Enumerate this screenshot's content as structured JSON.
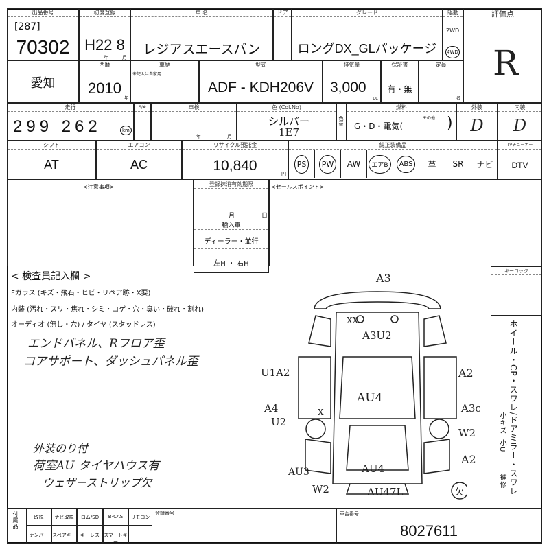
{
  "row1": {
    "lot_label": "出品番号",
    "lot_prefix": "[287]",
    "lot": "70302",
    "first_reg_label": "初度登録",
    "first_reg": "H22 8",
    "year_unit": "年",
    "month_unit": "月",
    "name_label": "車 名",
    "name": "レジアスエースバン",
    "door_label": "ドア",
    "grade_label": "グレード",
    "grade": "ロングDX_GLパッケージ",
    "drive_label": "駆動",
    "drive_2wd": "2WD",
    "drive_4wd": "4WD",
    "score_label": "評価点",
    "score": "R"
  },
  "row2": {
    "region": "愛知",
    "year_label": "西暦",
    "year": "2010",
    "year_unit": "年",
    "history_label": "車歴",
    "history_note": "未記入は自家用",
    "model_label": "型式",
    "model": "ADF - KDH206V",
    "disp_label": "排気量",
    "disp": "3,000",
    "disp_unit": "cc",
    "warranty_label": "保証書",
    "warranty": "有・無",
    "capacity_label": "定員",
    "capacity_unit": "名"
  },
  "row3": {
    "mileage_label": "走行",
    "mileage": "299 262",
    "mileage_unit": "km",
    "meter_label": "S/#",
    "inspection_label": "車検",
    "insp_year": "年",
    "insp_month": "月",
    "color_label": "色 (Col.No)",
    "color": "シルバー",
    "color_no": "1E7",
    "color_change": "色替",
    "fuel_label": "燃料",
    "fuel": "G・D・電気(",
    "fuel_other": "その他",
    "fuel_close": ")",
    "ext_label": "外装",
    "ext": "D",
    "int_label": "内装",
    "int": "D"
  },
  "row4": {
    "shift_label": "シフト",
    "shift": "AT",
    "ac_label": "エアコン",
    "ac": "AC",
    "recycle_label": "リサイクル預託金",
    "recycle": "10,840",
    "recycle_unit": "円",
    "equip_label": "純正装備品",
    "equip": [
      "PS",
      "PW",
      "AW",
      "エアB",
      "ABS",
      "革",
      "SR",
      "ナビ"
    ],
    "tv_label": "TVチューナー",
    "tv": "DTV"
  },
  "notes": {
    "caution_label": "<注意事項>",
    "reg_label": "登録抹消有効期限",
    "reg_month": "月",
    "reg_day": "日",
    "import_label": "輸入車",
    "import_val": "ディーラー・並行",
    "handle": "左H ・ 右H",
    "sales_label": "<セールスポイント>"
  },
  "inspector": {
    "title": "< 検査員記入欄 >",
    "glass": "Fガラス (キズ・飛石・ヒビ・リペア跡・X要)",
    "interior": "内装 (汚れ・スリ・焦れ・シミ・コゲ・穴・臭い・破れ・割れ)",
    "audio": "オーディオ (無し・穴) / タイヤ (スタッドレス)",
    "hand": [
      "エンドパネル、Rフロア歪",
      "コアサポート、ダッシュパネル歪",
      "外装のり付",
      "荷室AU タイヤハウス有",
      "ウェザーストリップ欠"
    ],
    "keylock": "キーロック",
    "side_text": "ホイール・CP・スワレ/ドアミラー・スワレ",
    "side_small": [
      "小キズ",
      "小U",
      "補修"
    ]
  },
  "diagram": {
    "marks": [
      "A3",
      "XX",
      "A3U2",
      "U1A2",
      "A2",
      "AU4",
      "A4",
      "U2",
      "X",
      "A3c",
      "W2",
      "A2",
      "AU3",
      "AU4",
      "W2",
      "AU47L",
      "欠"
    ]
  },
  "bottom": {
    "items_label": "付属品",
    "cols": [
      "取説",
      "ナビ取説",
      "ロム/SD",
      "B-CAS",
      "リモコン"
    ],
    "cols2": [
      "ナンバー",
      "スペアキー",
      "キーレス",
      "スマートキー",
      ""
    ],
    "reg_no_label": "登録番号",
    "chassis_label": "車台番号",
    "chassis": "8027611"
  }
}
